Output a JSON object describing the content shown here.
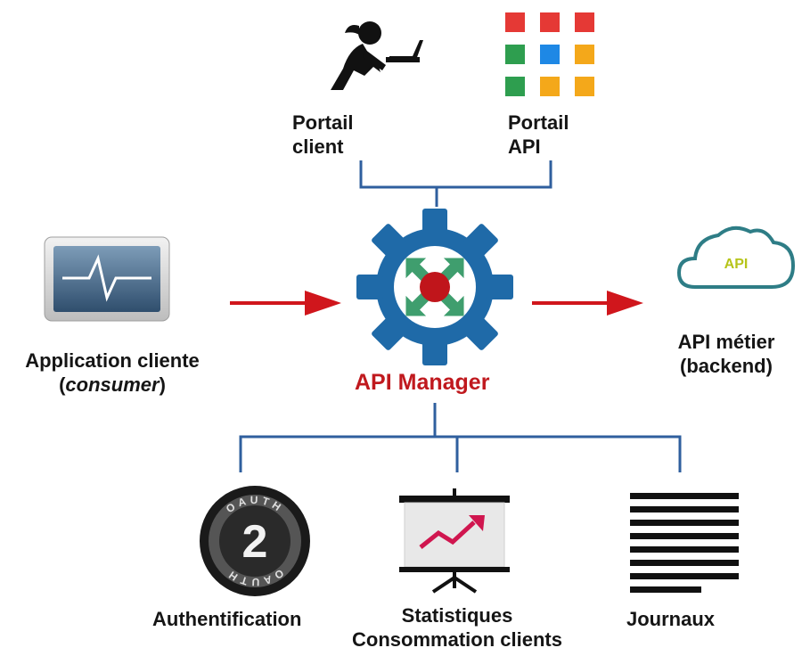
{
  "colors": {
    "connector": "#2f5f9e",
    "arrow": "#d0161c",
    "gear": "#1f6aa8",
    "manager_text": "#c0191e",
    "cloud_stroke": "#2e7d86",
    "cloud_text": "#b6c41a"
  },
  "nodes": {
    "portail_client": {
      "line1": "Portail",
      "line2": "client",
      "icon": "person-laptop-icon"
    },
    "portail_api": {
      "line1": "Portail",
      "line2": "API",
      "icon": "app-grid-icon"
    },
    "application_cliente": {
      "line1": "Application cliente",
      "line2_open": "(",
      "line2_em": "consumer",
      "line2_close": ")",
      "icon": "monitor-icon"
    },
    "api_manager": {
      "label": "API Manager",
      "icon": "gear-icon"
    },
    "api_metier": {
      "line1": "API métier",
      "line2": "(backend)",
      "icon": "cloud-icon",
      "cloud_label": "API"
    },
    "authentification": {
      "label": "Authentification",
      "icon": "oauth2-icon",
      "badge_top": "OAUTH",
      "badge_bottom": "OAUTH",
      "badge_number": "2"
    },
    "statistiques": {
      "line1": "Statistiques",
      "line2": "Consommation clients",
      "icon": "presentation-chart-icon"
    },
    "journaux": {
      "label": "Journaux",
      "icon": "document-lines-icon"
    }
  }
}
